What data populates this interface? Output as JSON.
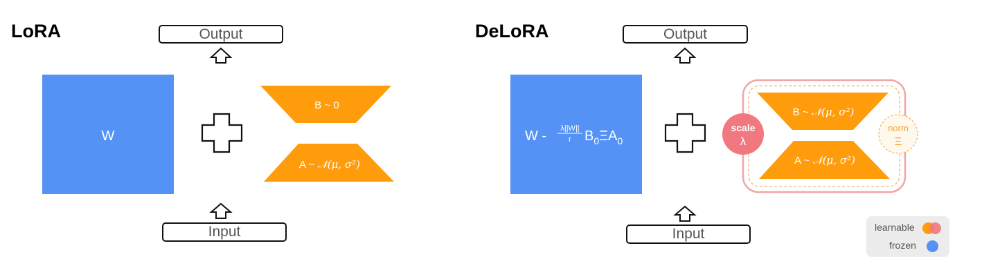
{
  "left_panel": {
    "title": "LoRA",
    "output_label": "Output",
    "input_label": "Input",
    "frozen_label": "W",
    "b_label": "B ~ 0",
    "a_label_prefix": "A ~ ",
    "a_label_math": "𝒩(μ, σ²)"
  },
  "right_panel": {
    "title": "DeLoRA",
    "output_label": "Output",
    "input_label": "Input",
    "frozen_prefix": "W - ",
    "fraction_numerator": "λ||W||",
    "fraction_denominator": "r",
    "b0": "B",
    "b0_sub": "0",
    "xi": "Ξ",
    "a0": "A",
    "a0_sub": "0",
    "b_label_prefix": "B ~ ",
    "b_label_math": "𝒩(μ, σ²)",
    "a_label_prefix": "A ~ ",
    "a_label_math": "𝒩(μ, σ²)",
    "scale_label": "scale",
    "scale_symbol": "λ",
    "norm_label": "norm",
    "norm_symbol": "Ξ"
  },
  "legend": {
    "learnable_label": "learnable",
    "frozen_label": "frozen"
  },
  "colors": {
    "frozen": "#5592f5",
    "learnable": "#ff9c0c",
    "scale": "#f2787f",
    "norm_border": "#f5b04a",
    "pink_frame": "#f3a5a5"
  }
}
